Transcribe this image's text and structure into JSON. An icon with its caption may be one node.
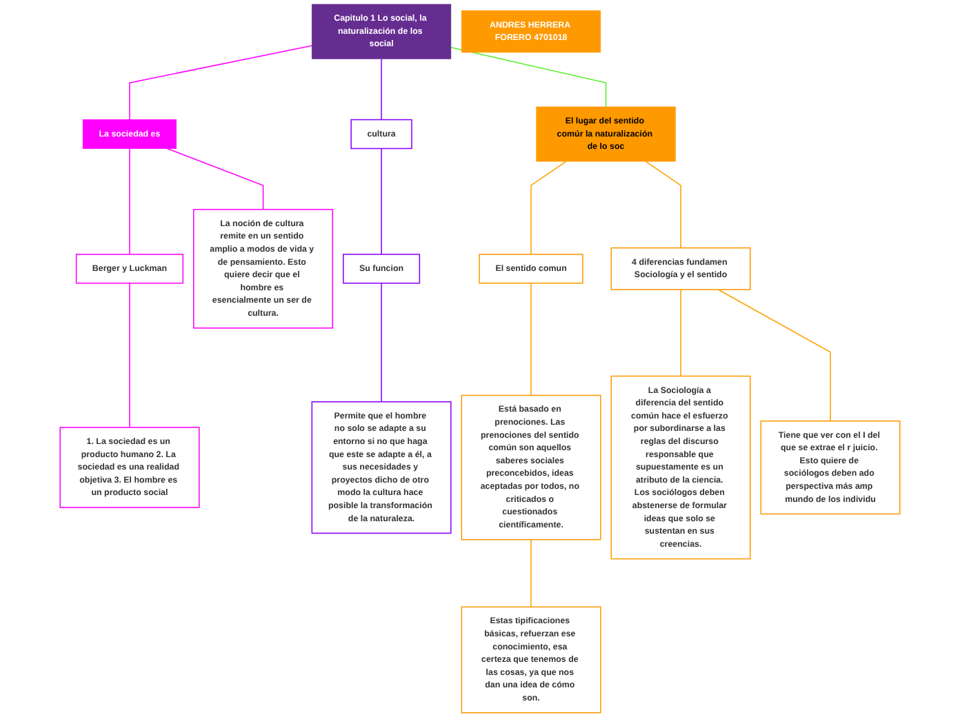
{
  "diagram": {
    "nodes": [
      {
        "text": [
          "Capitulo 1 Lo social, la naturalización de los social"
        ]
      },
      {
        "text": [
          "ANDRES HERRERA FORERO 4701018"
        ]
      },
      {
        "text": [
          "La sociedad es"
        ]
      },
      {
        "text": [
          "Berger y Luckman"
        ]
      },
      {
        "text": [
          "1. La sociedad es un producto humano 2. La sociedad es una realidad objetiva 3. El hombre es un producto social"
        ]
      },
      {
        "text": [
          "La noción de cultura remite en un sentido amplio a modos de vida y de pensamiento. Esto quiere decir que el hombre es esencialmente un ser de cultura."
        ]
      },
      {
        "text": [
          "cultura"
        ]
      },
      {
        "text": [
          "Su funcion"
        ]
      },
      {
        "text": [
          "Permite que el hombre no solo se adapte a su entorno si no que haga que este se adapte a él, a sus necesidades y proyectos dicho de otro modo la cultura hace posible la transformación de la naturaleza."
        ]
      },
      {
        "text": [
          "El lugar del sentido comúr la naturalización de lo soc"
        ]
      },
      {
        "text": [
          "El sentido comun"
        ]
      },
      {
        "text": [
          "Está basado en prenociones. Las prenociones del sentido común son aquellos saberes sociales preconcebidos, ideas aceptadas por todos, no criticados o cuestionados científicamente."
        ]
      },
      {
        "text": [
          "Estas tipificaciones básicas, refuerzan ese conocimiento, esa certeza que tenemos de las cosas, ya que nos dan una idea de cómo son."
        ]
      },
      {
        "text": [
          "4 diferencias fundamen Sociología y el sentido"
        ]
      },
      {
        "text": [
          "La Sociología a diferencia del sentido común hace el esfuerzo por subordinarse a las reglas del discurso responsable que supuestamente es un atributo de la ciencia. Los sociólogos deben abstenerse de formular ideas que solo se sustentan en sus creencias."
        ]
      },
      {
        "text": [
          "Tiene que ver con el I del que se extrae el r juicio. Esto quiere de sociólogos deben ado perspectiva más amp mundo de los individu"
        ]
      }
    ],
    "edges": [
      {
        "from": 0,
        "to": 2,
        "arrow": "none",
        "color": "#ff00ff"
      },
      {
        "from": 0,
        "to": 6,
        "arrow": "none",
        "color": "#8800ff"
      },
      {
        "from": 0,
        "to": 9,
        "arrow": "none",
        "color": "#55ee22"
      },
      {
        "from": 2,
        "to": 3,
        "arrow": "none",
        "color": "#ff00ff"
      },
      {
        "from": 2,
        "to": 5,
        "arrow": "none",
        "color": "#ff00ff"
      },
      {
        "from": 3,
        "to": 4,
        "arrow": "none",
        "color": "#ff00ff"
      },
      {
        "from": 6,
        "to": 7,
        "arrow": "none",
        "color": "#8800ff"
      },
      {
        "from": 7,
        "to": 8,
        "arrow": "none",
        "color": "#8800ff"
      },
      {
        "from": 9,
        "to": 10,
        "arrow": "none"
      },
      {
        "from": 9,
        "to": 13,
        "arrow": "none"
      },
      {
        "from": 10,
        "to": 11,
        "arrow": "none"
      },
      {
        "from": 11,
        "to": 12,
        "arrow": "none"
      },
      {
        "from": 13,
        "to": 14,
        "arrow": "none"
      },
      {
        "from": 13,
        "to": 15,
        "arrow": "none"
      }
    ]
  }
}
